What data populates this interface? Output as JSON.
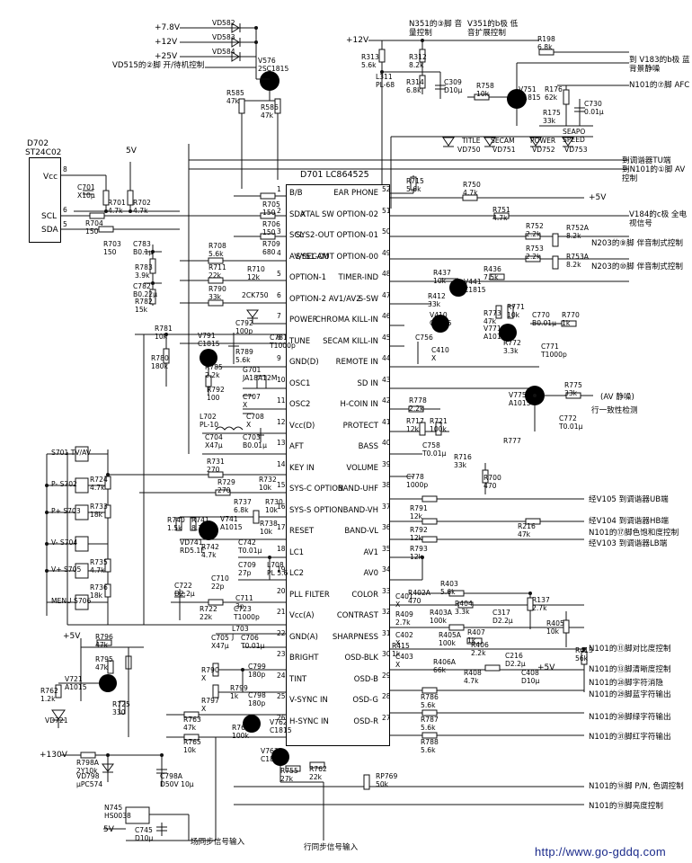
{
  "main_ic": {
    "title": "D701 LC864525",
    "left_pins": [
      {
        "num": "1",
        "name": "B/B"
      },
      {
        "num": "2",
        "name": "SDA"
      },
      {
        "num": "3",
        "name": "SCL"
      },
      {
        "num": "4",
        "name": "AV/SECAM"
      },
      {
        "num": "5",
        "name": "OPTION-1"
      },
      {
        "num": "6",
        "name": "OPTION-2 AV1/AV2"
      },
      {
        "num": "7",
        "name": "POWER"
      },
      {
        "num": "8",
        "name": "TUNE"
      },
      {
        "num": "9",
        "name": "GND(D)"
      },
      {
        "num": "10",
        "name": "OSC1"
      },
      {
        "num": "11",
        "name": "OSC2"
      },
      {
        "num": "12",
        "name": "Vcc(D)"
      },
      {
        "num": "13",
        "name": "AFT"
      },
      {
        "num": "14",
        "name": "KEY IN"
      },
      {
        "num": "15",
        "name": "SYS-C OPTION"
      },
      {
        "num": "16",
        "name": "SYS-S OPTION"
      },
      {
        "num": "17",
        "name": "RESET"
      },
      {
        "num": "18",
        "name": "LC1"
      },
      {
        "num": "19",
        "name": "LC2"
      },
      {
        "num": "20",
        "name": "PLL FILTER"
      },
      {
        "num": "21",
        "name": "Vcc(A)"
      },
      {
        "num": "22",
        "name": "GND(A)"
      },
      {
        "num": "23",
        "name": "BRIGHT"
      },
      {
        "num": "24",
        "name": "TINT"
      },
      {
        "num": "25",
        "name": "V-SYNC IN"
      },
      {
        "num": "26",
        "name": "H-SYNC IN"
      }
    ],
    "right_pins": [
      {
        "num": "52",
        "name": "EAR PHONE"
      },
      {
        "num": "51",
        "name": "XTAL SW OPTION-02"
      },
      {
        "num": "50",
        "name": "SYS2-OUT OPTION-01"
      },
      {
        "num": "49",
        "name": "SYS1-OUT OPTION-00"
      },
      {
        "num": "48",
        "name": "TIMER-IND"
      },
      {
        "num": "47",
        "name": "S-SW"
      },
      {
        "num": "46",
        "name": "CHROMA KILL-IN"
      },
      {
        "num": "45",
        "name": "SECAM KILL-IN"
      },
      {
        "num": "44",
        "name": "REMOTE IN"
      },
      {
        "num": "43",
        "name": "SD IN"
      },
      {
        "num": "42",
        "name": "H-COIN IN"
      },
      {
        "num": "41",
        "name": "PROTECT"
      },
      {
        "num": "40",
        "name": "BASS"
      },
      {
        "num": "39",
        "name": "VOLUME"
      },
      {
        "num": "38",
        "name": "BAND-UHF"
      },
      {
        "num": "37",
        "name": "BAND-VH"
      },
      {
        "num": "36",
        "name": "BAND-VL"
      },
      {
        "num": "35",
        "name": "AV1"
      },
      {
        "num": "34",
        "name": "AV0"
      },
      {
        "num": "33",
        "name": "COLOR"
      },
      {
        "num": "32",
        "name": "CONTRAST"
      },
      {
        "num": "31",
        "name": "SHARPNESS"
      },
      {
        "num": "30",
        "name": "OSD-BLK"
      },
      {
        "num": "29",
        "name": "OSD-B"
      },
      {
        "num": "28",
        "name": "OSD-G"
      },
      {
        "num": "27",
        "name": "OSD-R"
      }
    ]
  },
  "eeprom": {
    "name": "D702",
    "part": "ST24C02",
    "pins": {
      "vcc": "Vcc",
      "scl": "SCL",
      "sda": "SDA",
      "p8": "8",
      "p6": "6",
      "p5": "5"
    }
  },
  "supply_labels": [
    "+7.8V",
    "+12V",
    "+25V",
    "+12V",
    "5V",
    "+5V",
    "+5V",
    "+5V",
    "+130V",
    "5V"
  ],
  "annotations": {
    "standby": "VD515的②脚 开/待机控制",
    "n351": "N351的③脚 音量控制",
    "v351": "V351的b极 低音扩展控制",
    "v183": "到 V183的b极 蓝背景静噪",
    "n101_afc": "N101的⑦脚 AFC",
    "tu": "到调谐器TU端",
    "n101_av": "到N101的①脚 AV控制",
    "v184": "V184的c极 全电视信号",
    "n203_9": "N203的⑨脚 伴音制式控制",
    "n203_10": "N203的⑩脚 伴音制式控制",
    "av_mute": "(AV 静噪)",
    "line_check": "行一致性检测",
    "ub": "经V105 到调谐器UB端",
    "hb": "经V104 到调谐器HB端",
    "n101_17": "N101的⑰脚色饱和度控制",
    "lb": "经V103 到调谐器LB端",
    "n101_11": "N101的⑪脚对比度控制",
    "n101_13": "N101的⑬脚清晰度控制",
    "n101_28": "N101的㉘脚字符消隐",
    "n101_29": "N101的㉙脚蓝字符输出",
    "n101_30": "N101的㉚脚绿字符输出",
    "n101_31": "N101的㉛脚红字符输出",
    "n101_18": "N101的⑱脚 P/N, 色调控制",
    "n101_19": "N101的⑲脚亮度控制",
    "field_sync": "场同步信号输入",
    "line_sync": "行同步信号输入"
  },
  "indicators": {
    "title": "TITLE",
    "secam": "SECAM",
    "power": "POWER",
    "speed": "SEAPO SPEED"
  },
  "keys": [
    "S701 TV/AV",
    "P- S702",
    "P+ S703",
    "V- S704",
    "V+ S705",
    "MENU S706"
  ],
  "components": {
    "vd582": "VD582",
    "vd583": "VD583",
    "vd584": "VD584",
    "v576": "V576 2SC1815",
    "r585": "R585 47k",
    "r586": "R586 47k",
    "r313": "R313 5.6k",
    "r312": "R312 8.2k",
    "r314": "R314 6.8k",
    "c309": "C309 D10μ",
    "l311": "L311 PL-68",
    "r758": "R758 10k",
    "v751": "V751 C1815",
    "r176": "R176 62k",
    "r175": "R175 33k",
    "c730": "C730 0.01μ",
    "r198": "R198 6.8k",
    "vd750": "VD750",
    "vd751": "VD751",
    "vd752": "VD752",
    "vd753": "VD753",
    "c701": "C701 X10μ",
    "r701": "R701 4.7k",
    "r702": "R702 4.7k",
    "r704": "R704 150",
    "r703": "R703 150",
    "r705": "R705 150",
    "r706": "R706 150",
    "r709": "R709 680",
    "r708": "R708 5.6k",
    "r711": "R711 22k",
    "r710": "R710 12k",
    "r790": "R790 33k",
    "2ck750": "2CK750",
    "c783": "C783 B0.1μ",
    "r783": "R783 3.9k",
    "c782": "C782 B0.22μ",
    "r782": "R782 15k",
    "r781": "R781 10k",
    "r780": "R780 180k",
    "v791": "V791 C1815",
    "c792": "C792 100p",
    "r789": "R789 5.6k",
    "c781": "C781 T1000p",
    "r785": "R785 2.2k",
    "r792": "R792 100",
    "g701": "G701 JA18A12M",
    "c707": "C707 X",
    "c708": "C708 X",
    "l702": "L702 PL-10",
    "c704": "C704 X47μ",
    "c703": "C703 B0.01μ",
    "r731": "R731 270",
    "r729": "R729 270",
    "r732": "R732 10k",
    "r724": "R724 4.7k",
    "r733": "R733 18k",
    "r735": "R735 4.7k",
    "r736": "R736 18k",
    "r737": "R737 6.8k",
    "r730": "R730 10k",
    "r740": "R740 1.5k",
    "r741": "R741 8.2k",
    "v741": "V741 A1015",
    "r738": "R738 10k",
    "vd741": "VD741 RD5.1E",
    "r742": "R742 4.7k",
    "c742": "C742 T0.01μ",
    "c709": "C709 27p",
    "l708": "L708 PL 5.6",
    "c710": "C710 22p",
    "c711": "C711 3p",
    "c722": "C722 D2.2μ",
    "r722": "R722 22k",
    "c723": "C723 T1000p",
    "l703": "L703 J",
    "c705": "C705 X47μ",
    "c706": "C706 T0.01μ",
    "r790b": "R790 X",
    "c799": "C799 180p",
    "r799": "R799 1k",
    "c798": "C798 180p",
    "r797": "R797 X",
    "r763": "R763 47k",
    "r765": "R765 10k",
    "r761": "R761 100k",
    "v762": "V762 C1815",
    "v763": "V763 C1815",
    "r755": "R755 27k",
    "r762": "R762 22k",
    "r796": "R796 47k",
    "r795": "R795 47k",
    "v721": "V721 A1015",
    "r725": "R725 330",
    "r762b": "R762 1.2k",
    "vd721": "VD721",
    "r798a": "R798A 2Y10k",
    "vd798": "VD798 μPC574",
    "c798a": "C798A D50V 10μ",
    "n745": "N745 HS0038",
    "c745": "C745 D10μ",
    "rp769": "RP769 50k",
    "r715": "R715 5.6k",
    "r750": "R750 4.7k",
    "r751": "R751 4.7k",
    "r752": "R752 2.2k",
    "r752a": "R752A 8.2k",
    "r753": "R753 2.2k",
    "r753a": "R753A 8.2k",
    "r437": "R437 10k",
    "r436": "R436 7.5k",
    "v441": "V441 C1815",
    "r412": "R412 33k",
    "v410": "V410 C1815",
    "c756": "C756",
    "c410": "C410 X",
    "r773": "R773 47k",
    "v771": "V771 A1015",
    "r771": "R771 10k",
    "r772": "R772 3.3k",
    "c770": "C770 B0.01μ",
    "r770": "R770 1k",
    "c771": "C771 T1000p",
    "v775": "V775 A1015",
    "r775": "R775 33k",
    "c772": "C772 T0.01μ",
    "r777": "R777",
    "r778": "R778 2.2k",
    "r717": "R717 12k",
    "r721": "R721 100k",
    "c758": "C758 T0.01μ",
    "r716": "R716 33k",
    "c778": "C778 1000p",
    "r700": "R700 470",
    "r791": "R791 12k",
    "r792b": "R792 12k",
    "r216": "R216 47k",
    "r793": "R793 12k",
    "r403": "R403 5.6k",
    "r402a": "R402A 470",
    "c401": "C401 X",
    "r404": "R404 3.3k",
    "r409": "R409 2.7k",
    "r403a": "R403A 100k",
    "c317": "C317 D2.2μ",
    "r137": "R137 2.7k",
    "r405": "R405 10k",
    "r407": "R407 1k",
    "c402": "C402 X",
    "r415": "R415 1k",
    "r405a": "R405A 100k",
    "r406": "R406 2.2k",
    "c403": "C403 X",
    "r406a": "R406A 66k",
    "c216": "C216 D2.2μ",
    "r408": "R408 4.7k",
    "c408": "C408 D10μ",
    "r413": "R413 56k",
    "r786": "R786 5.6k",
    "r787": "R787 5.6k",
    "r788": "R788 5.6k"
  },
  "watermark": "http://www.go-gddq.com"
}
